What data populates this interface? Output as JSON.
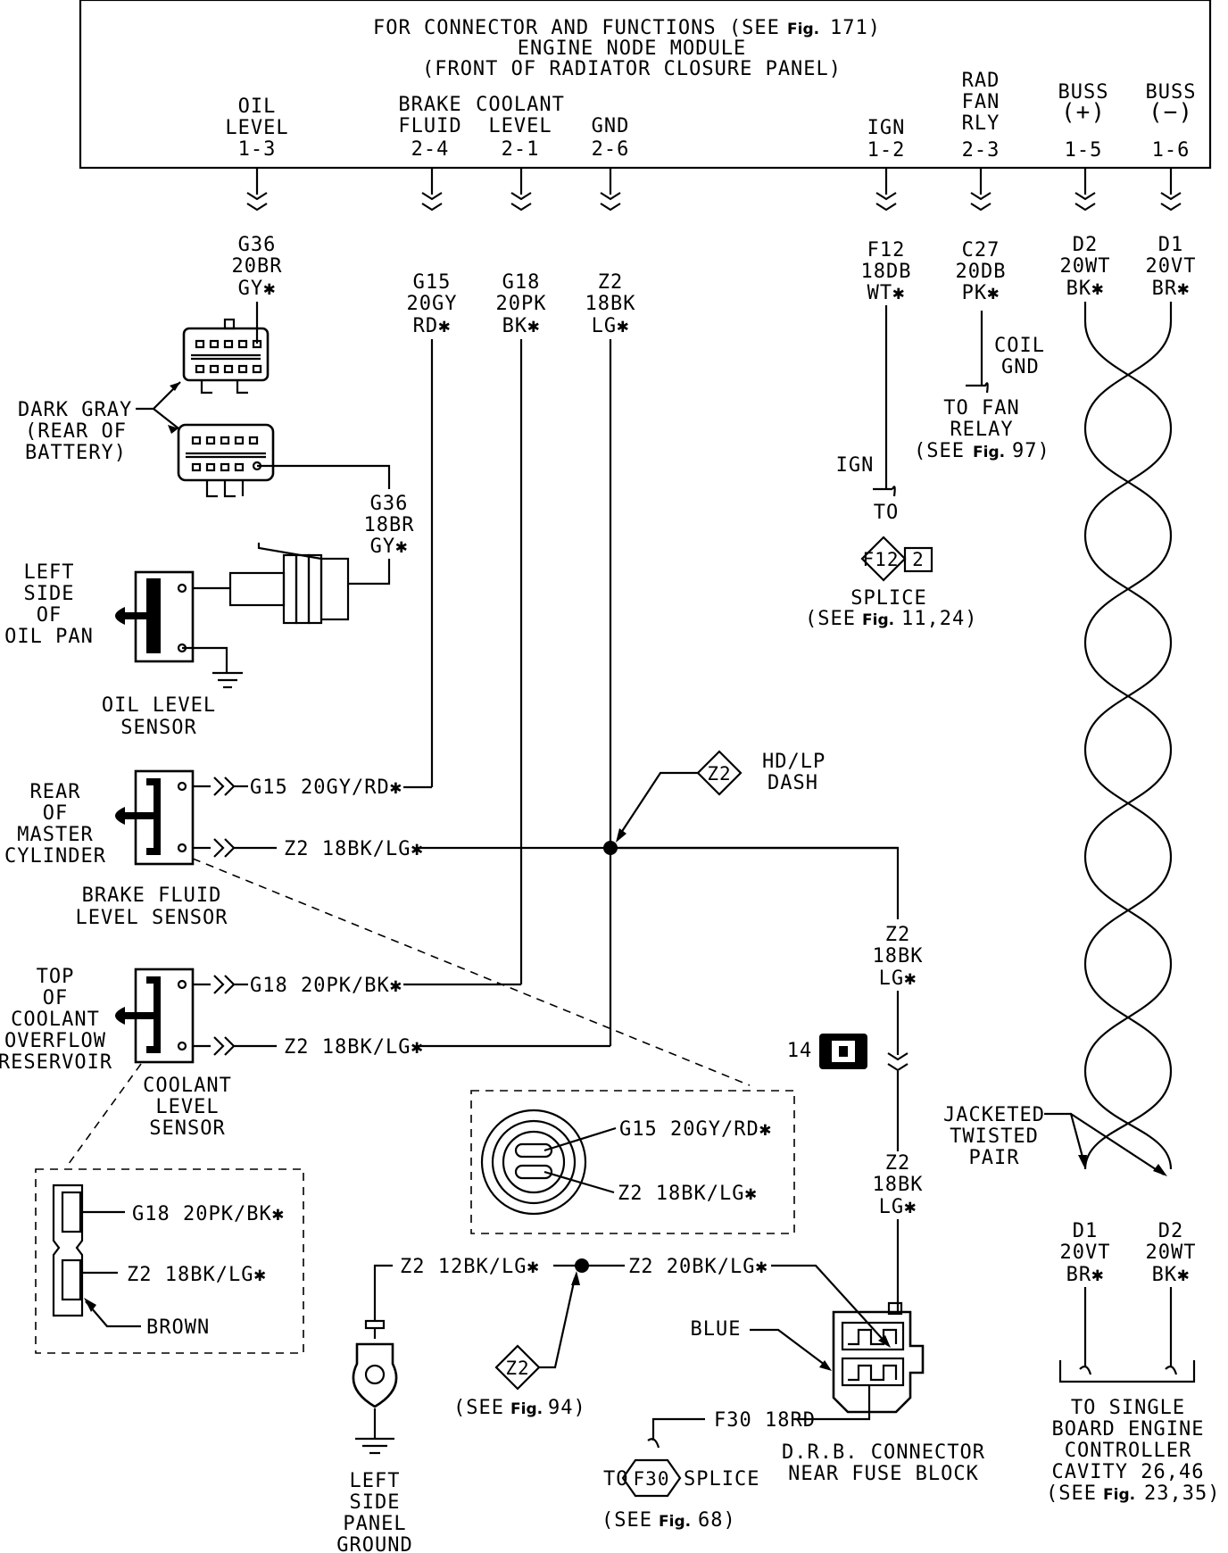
{
  "module": {
    "line1": "FOR CONNECTOR AND FUNCTIONS (SEE",
    "line1_fig": "Fig.",
    "line1_end": "171)",
    "line2": "ENGINE NODE MODULE",
    "line3": "(FRONT OF RADIATOR CLOSURE PANEL)"
  },
  "pins": {
    "oil": {
      "l1": "OIL",
      "l2": "LEVEL",
      "pin": "1-3"
    },
    "brake": {
      "l1": "BRAKE",
      "l2": "FLUID",
      "pin": "2-4"
    },
    "coolant": {
      "l1": "COOLANT",
      "l2": "LEVEL",
      "pin": "2-1"
    },
    "gnd": {
      "l1": "GND",
      "pin": "2-6"
    },
    "ign": {
      "l1": "IGN",
      "pin": "1-2"
    },
    "rad": {
      "l1": "RAD",
      "l2": "FAN",
      "l3": "RLY",
      "pin": "2-3"
    },
    "bussp": {
      "l1": "BUSS",
      "l2": "(+)",
      "pin": "1-5"
    },
    "bussm": {
      "l1": "BUSS",
      "l2": "(−)",
      "pin": "1-6"
    }
  },
  "wires": {
    "g36a": [
      "G36",
      "20BR",
      "GY✱"
    ],
    "g15": [
      "G15",
      "20GY",
      "RD✱"
    ],
    "g18": [
      "G18",
      "20PK",
      "BK✱"
    ],
    "z2a": [
      "Z2",
      "18BK",
      "LG✱"
    ],
    "f12": [
      "F12",
      "18DB",
      "WT✱"
    ],
    "c27": [
      "C27",
      "20DB",
      "PK✱"
    ],
    "d2a": [
      "D2",
      "20WT",
      "BK✱"
    ],
    "d1a": [
      "D1",
      "20VT",
      "BR✱"
    ],
    "g36b": [
      "G36",
      "18BR",
      "GY✱"
    ],
    "z2b": [
      "Z2",
      "18BK",
      "LG✱"
    ],
    "z2c": [
      "Z2",
      "18BK",
      "LG✱"
    ],
    "d1b": [
      "D1",
      "20VT",
      "BR✱"
    ],
    "d2b": [
      "D2",
      "20WT",
      "BK✱"
    ]
  },
  "labels": {
    "coil_gnd": [
      "COIL",
      "GND"
    ],
    "fan_relay": [
      "TO FAN",
      "RELAY",
      "(SEE",
      "Fig.",
      "97)"
    ],
    "ign": "IGN",
    "to": "TO",
    "splice_f12": {
      "code": "F12",
      "num": "2"
    },
    "splice_note": [
      "SPLICE",
      "(SEE",
      "Fig.",
      "11,24)"
    ],
    "dark_gray": [
      "DARK GRAY",
      "(REAR OF",
      "BATTERY)"
    ],
    "left_oil_pan": [
      "LEFT",
      "SIDE",
      "OF",
      "OIL PAN"
    ],
    "oil_sensor": [
      "OIL LEVEL",
      "SENSOR"
    ],
    "master_cyl": [
      "REAR",
      "OF",
      "MASTER",
      "CYLINDER"
    ],
    "brake_sensor": [
      "BRAKE FLUID",
      "LEVEL SENSOR"
    ],
    "g15_full": "G15 20GY/RD✱",
    "z2_full": "Z2 18BK/LG✱",
    "g18_full": "G18 20PK/BK✱",
    "z2_diamond": "Z2",
    "hdlp": [
      "HD/LP",
      "DASH"
    ],
    "coolant_res": [
      "TOP",
      "OF",
      "COOLANT",
      "OVERFLOW",
      "RESERVOIR"
    ],
    "coolant_sensor": [
      "COOLANT",
      "LEVEL",
      "SENSOR"
    ],
    "brown": "BROWN",
    "conn14": "14",
    "jacketed": [
      "JACKETED",
      "TWISTED",
      "PAIR"
    ],
    "z2_12": "Z2 12BK/LG✱",
    "z2_20": "Z2 20BK/LG✱",
    "blue": "BLUE",
    "see94": [
      "(SEE",
      "Fig.",
      "94)"
    ],
    "f30_wire": "F30 18RD",
    "to_f30": {
      "to": "TO",
      "code": "F30",
      "rest": "SPLICE"
    },
    "see68": [
      "(SEE",
      "Fig.",
      "68)"
    ],
    "drb": [
      "D.R.B. CONNECTOR",
      "NEAR FUSE BLOCK"
    ],
    "ground": [
      "LEFT",
      "SIDE",
      "PANEL",
      "GROUND"
    ],
    "sbec": [
      "TO SINGLE",
      "BOARD ENGINE",
      "CONTROLLER",
      "CAVITY 26,46",
      "(SEE",
      "Fig.",
      "23,35)"
    ]
  }
}
